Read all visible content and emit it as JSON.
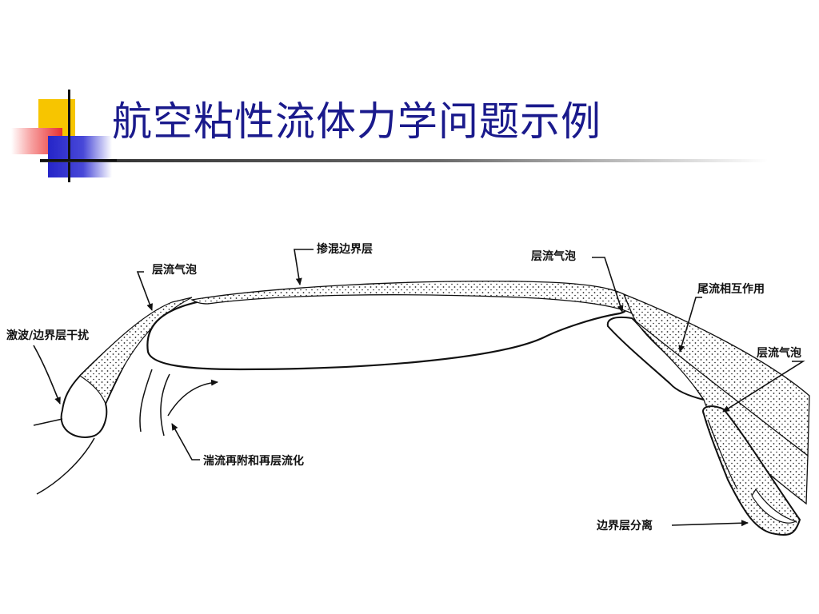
{
  "slide": {
    "title": "航空粘性流体力学问题示例"
  },
  "diagram": {
    "labels": {
      "laminar_bubble_left": "层流气泡",
      "turbulent_mixing_layer": "掺混边界层",
      "laminar_bubble_right": "层流气泡",
      "wake_interaction": "尾流相互作用",
      "laminar_bubble_flap": "层流气泡",
      "shock_bl_interaction": "激波/边界层干扰",
      "reattach_relaminarize": "湍流再附和再层流化",
      "bl_separation": "边界层分离"
    }
  }
}
